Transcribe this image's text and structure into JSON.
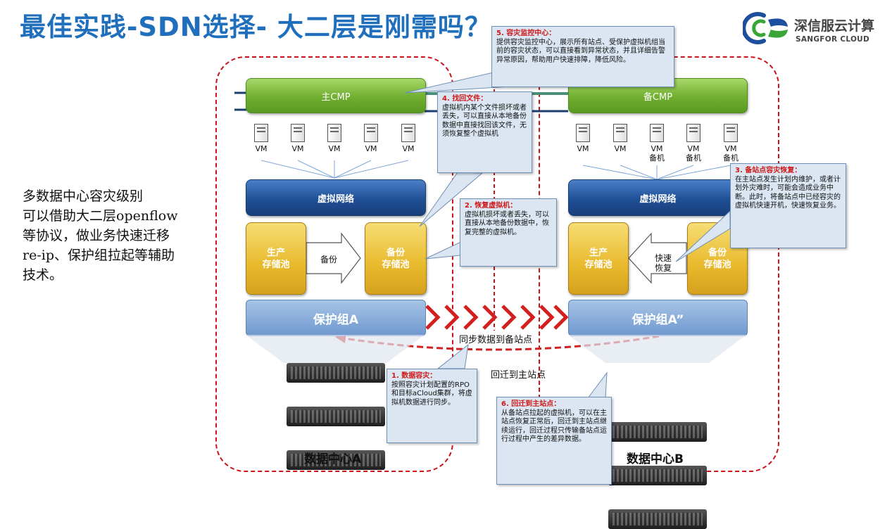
{
  "title": "最佳实践-SDN选择- 大二层是刚需吗？",
  "logo": {
    "name_cn": "深信服云计算",
    "name_en": "SANGFOR CLOUD"
  },
  "side_text": [
    "多数据中心容灾级别",
    "可以借助大二层openflow",
    "等协议，做业务快速迁移",
    "re-ip、保护组拉起等辅助",
    "技术。"
  ],
  "site_a": {
    "cmp": "主CMP",
    "vms": [
      "VM",
      "VM",
      "VM",
      "VM",
      "VM"
    ],
    "network": "虚拟网络",
    "prod_storage": "生产\n存储池",
    "backup_label": "备份",
    "backup_storage": "备份\n存储池",
    "protection_group": "保护组A",
    "dc_label": "数据中心A"
  },
  "site_b": {
    "cmp": "备CMP",
    "vms": [
      "VM",
      "VM",
      "VM\n备机",
      "VM\n备机",
      "VM\n备机"
    ],
    "network": "虚拟网络",
    "prod_storage": "生产\n存储池",
    "restore_label": "快速\n恢复",
    "backup_storage": "备份\n存储池",
    "protection_group": "保护组A”",
    "dc_label": "数据中心B"
  },
  "sync_label": "同步数据到备站点",
  "migrate_label": "回迁到主站点",
  "callouts": [
    {
      "title": "1. 数据容灾：",
      "body": "按照容灾计划配置的RPO和目标aCloud集群，将虚拟机数据进行同步。"
    },
    {
      "title": "2. 恢复虚拟机：",
      "body": "虚拟机损坏或者丢失，可以直接从本地备份数据中，恢复完整的虚拟机。"
    },
    {
      "title": "3. 备站点容灾恢复：",
      "body": "在主站点发生计划内维护，或者计划外灾难时，可能会造成业务中断。此时，将备站点中已经容灾的虚拟机快速开机，快速恢复业务。"
    },
    {
      "title": "4. 找回文件：",
      "body": "虚拟机内某个文件损坏或者丢失，可以直接从本地备份数据中直接找回该文件，无须恢复整个虚拟机"
    },
    {
      "title": "5. 容灾监控中心：",
      "body": "提供容灾监控中心，展示所有站点、受保护虚拟机组当前的容灾状态，可以直接看到异常状态，并且详细告警异常原因，帮助用户快速排障，降低风险。"
    },
    {
      "title": "6. 回迁到主站点：",
      "body": "从备站点拉起的虚拟机，可以在主站点恢复正常后，回迁到主站点继续运行，回迁过程只传输备站点运行过程中产生的差异数据。"
    }
  ],
  "colors": {
    "title": "#1f6fbd",
    "dashed_border": "#c9141b",
    "callout_title": "#d01818"
  }
}
